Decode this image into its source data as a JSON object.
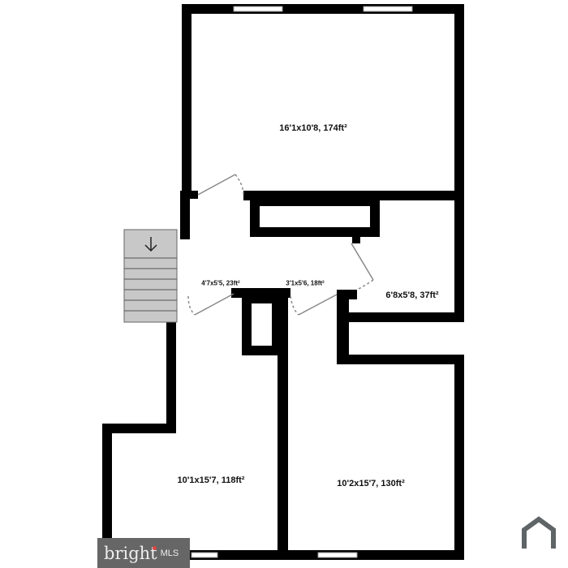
{
  "rooms": [
    {
      "label": "16'1x10'8, 174ft²"
    },
    {
      "label": "4'7x5'5, 23ft²"
    },
    {
      "label": "3'1x5'6, 18ft²"
    },
    {
      "label": "6'8x5'8, 37ft²"
    },
    {
      "label": "10'1x15'7, 118ft²"
    },
    {
      "label": "10'2x15'7, 130ft²"
    }
  ],
  "logo": {
    "brand": "bright",
    "suffix": "MLS"
  },
  "icons": [
    "stairs-down-arrow-icon",
    "home-icon"
  ],
  "colors": {
    "wall": "#000000",
    "stairs": "#c8c8c8",
    "door": "#888888",
    "logo_bg": "#666666"
  }
}
